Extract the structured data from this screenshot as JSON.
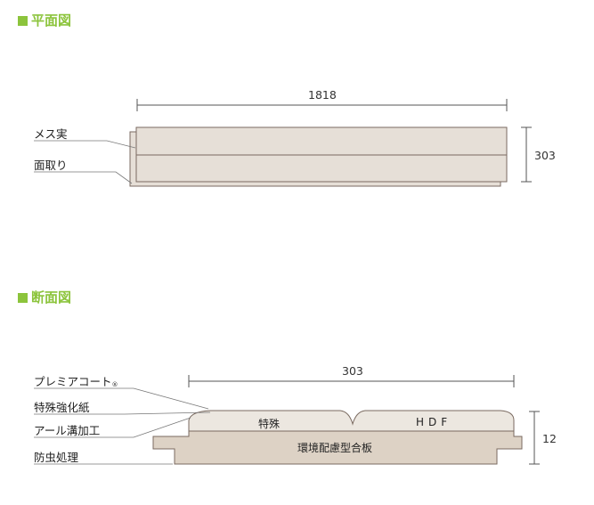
{
  "plan": {
    "heading": "平面図",
    "width_label": "1818",
    "height_label": "303",
    "labels": [
      "メス実",
      "面取り"
    ]
  },
  "section": {
    "heading": "断面図",
    "width_label": "303",
    "height_label": "12",
    "labels": [
      "プレミアコート",
      "特殊強化紙",
      "アール溝加工",
      "防虫処理"
    ],
    "registered_mark": "®",
    "inner_left": "特殊",
    "inner_right": "HDF",
    "core": "環境配慮型合板"
  },
  "colors": {
    "accent": "#8cc43c",
    "board": "#e6dfd7",
    "core": "#ddd2c5",
    "line": "#7a6a60"
  }
}
